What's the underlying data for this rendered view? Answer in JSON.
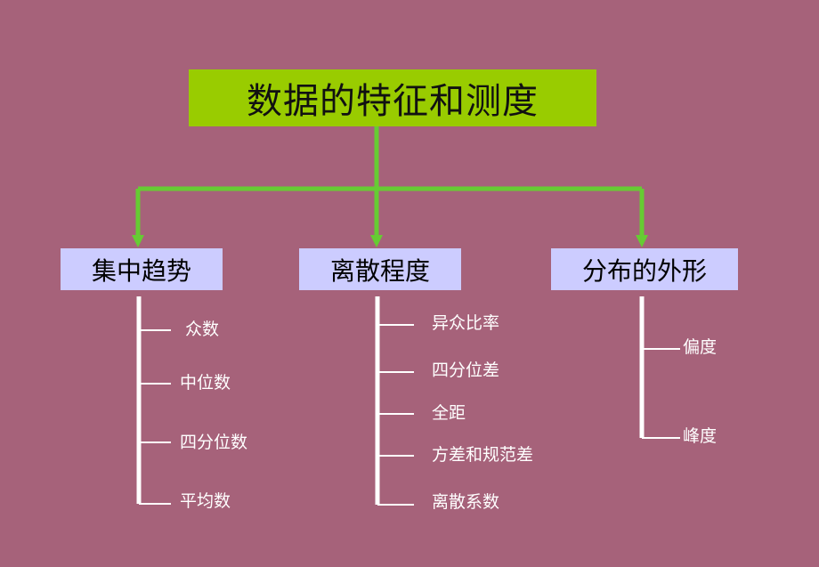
{
  "root": {
    "title": "数据的特征和测度"
  },
  "categories": [
    {
      "label": "集中趋势",
      "items": [
        "众数",
        "中位数",
        "四分位数",
        "平均数"
      ]
    },
    {
      "label": "离散程度",
      "items": [
        "异众比率",
        "四分位差",
        "全距",
        "方差和规范差",
        "离散系数"
      ]
    },
    {
      "label": "分布的外形",
      "items": [
        "偏度",
        "峰度"
      ]
    }
  ],
  "colors": {
    "background": "#a6627a",
    "root_fill": "#99cc00",
    "category_fill": "#ccccff",
    "connector": "#66cc33",
    "bracket": "#ffffff"
  }
}
